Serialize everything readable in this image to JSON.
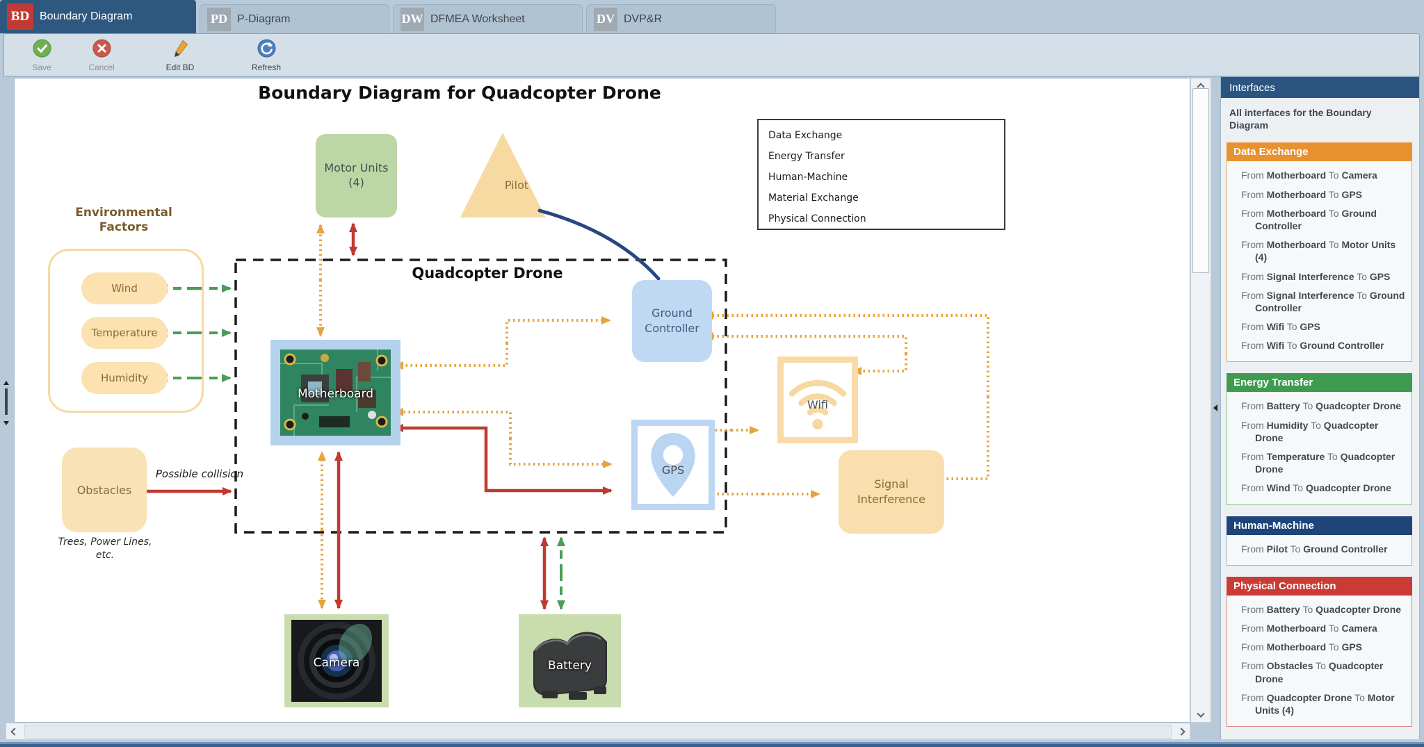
{
  "tabs": [
    {
      "abbr": "BD",
      "label": "Boundary Diagram",
      "active": true
    },
    {
      "abbr": "PD",
      "label": "P-Diagram",
      "active": false
    },
    {
      "abbr": "DW",
      "label": "DFMEA Worksheet",
      "active": false
    },
    {
      "abbr": "DV",
      "label": "DVP&R",
      "active": false
    }
  ],
  "toolbar": {
    "save_label": "Save",
    "cancel_label": "Cancel",
    "edit_label": "Edit BD",
    "refresh_label": "Refresh"
  },
  "diagram": {
    "title": "Boundary Diagram for Quadcopter Drone",
    "boundary_label": "Quadcopter Drone",
    "env_group_label": "Environmental Factors",
    "nodes": {
      "motor_units": "Motor Units (4)",
      "pilot": "Pilot",
      "wind": "Wind",
      "temperature": "Temperature",
      "humidity": "Humidity",
      "motherboard": "Motherboard",
      "ground_controller": "Ground Controller",
      "gps": "GPS",
      "wifi": "Wifi",
      "signal_interference": "Signal Interference",
      "obstacles": "Obstacles",
      "camera": "Camera",
      "battery": "Battery"
    },
    "annotations": {
      "possible_collision": "Possible collision",
      "obstacle_examples": "Trees, Power Lines, etc."
    }
  },
  "legend": {
    "items": [
      {
        "label": "Data Exchange",
        "style": "dotted-double-arrow",
        "color": "#E8A33D"
      },
      {
        "label": "Energy Transfer",
        "style": "dashed-double-arrow",
        "color": "#4A9D55"
      },
      {
        "label": "Human-Machine",
        "style": "solid-line",
        "color": "#27477E"
      },
      {
        "label": "Material Exchange",
        "style": "dashdot-double-arrow",
        "color": "#4BA3BE"
      },
      {
        "label": "Physical Connection",
        "style": "solid-double-arrow",
        "color": "#C03A30"
      }
    ]
  },
  "sidebar": {
    "title": "Interfaces",
    "description": "All interfaces for the Boundary Diagram",
    "item_words": {
      "prefix": "From",
      "infix": "To"
    },
    "sections": [
      {
        "title": "Data Exchange",
        "color": "#E8922F",
        "items": [
          {
            "from": "Motherboard",
            "to": "Camera"
          },
          {
            "from": "Motherboard",
            "to": "GPS"
          },
          {
            "from": "Motherboard",
            "to": "Ground Controller"
          },
          {
            "from": "Motherboard",
            "to": "Motor Units (4)"
          },
          {
            "from": "Signal Interference",
            "to": "GPS"
          },
          {
            "from": "Signal Interference",
            "to": "Ground Controller"
          },
          {
            "from": "Wifi",
            "to": "GPS"
          },
          {
            "from": "Wifi",
            "to": "Ground Controller"
          }
        ]
      },
      {
        "title": "Energy Transfer",
        "color": "#3E9B4F",
        "items": [
          {
            "from": "Battery",
            "to": "Quadcopter Drone"
          },
          {
            "from": "Humidity",
            "to": "Quadcopter Drone"
          },
          {
            "from": "Temperature",
            "to": "Quadcopter Drone"
          },
          {
            "from": "Wind",
            "to": "Quadcopter Drone"
          }
        ]
      },
      {
        "title": "Human-Machine",
        "color": "#1E4479",
        "items": [
          {
            "from": "Pilot",
            "to": "Ground Controller"
          }
        ]
      },
      {
        "title": "Physical Connection",
        "color": "#CB3B35",
        "items": [
          {
            "from": "Battery",
            "to": "Quadcopter Drone"
          },
          {
            "from": "Motherboard",
            "to": "Camera"
          },
          {
            "from": "Motherboard",
            "to": "GPS"
          },
          {
            "from": "Obstacles",
            "to": "Quadcopter Drone"
          },
          {
            "from": "Quadcopter Drone",
            "to": "Motor Units (4)"
          }
        ]
      }
    ]
  },
  "colors": {
    "active_tab": "#2E5880",
    "tab_icon_active": "#C23A33",
    "data_exchange": "#E8A33D",
    "energy_transfer": "#4A9D55",
    "human_machine": "#27477E",
    "material_exchange": "#4BA3BE",
    "physical_connection": "#C03A30",
    "sidebar_header": "#2A5580"
  }
}
